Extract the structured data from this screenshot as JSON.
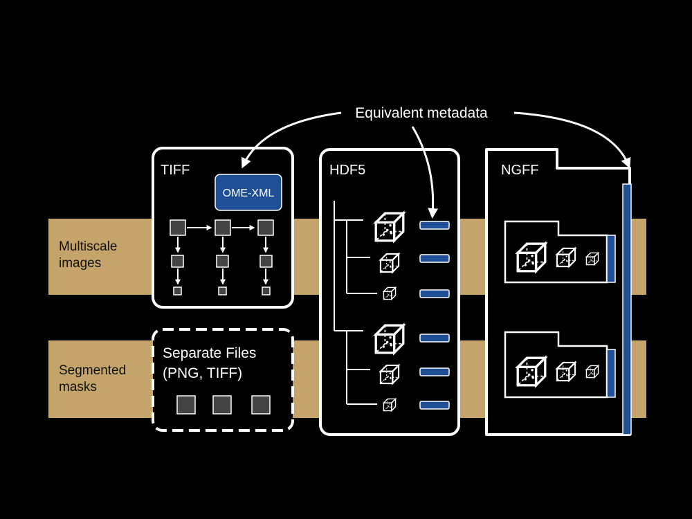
{
  "colors": {
    "background": "#000000",
    "band": "#c4a46a",
    "metadata_blue": "#1f4f95",
    "stroke": "#ffffff",
    "pyramid_square": "#444444"
  },
  "annotation": {
    "equivalent_metadata": "Equivalent metadata"
  },
  "bands": {
    "multiscale": {
      "line1": "Multiscale",
      "line2": "images"
    },
    "segmented": {
      "line1": "Segmented",
      "line2": "masks"
    }
  },
  "tiff": {
    "title": "TIFF",
    "metadata_label": "OME-XML",
    "icons": [
      "square-icon",
      "arrow-right-icon",
      "arrow-down-icon"
    ]
  },
  "separate": {
    "line1": "Separate Files",
    "line2": "(PNG, TIFF)",
    "icons": [
      "file-square-icon"
    ]
  },
  "hdf5": {
    "title": "HDF5",
    "icons": [
      "cube-icon",
      "tree-icon",
      "metadata-bar-icon"
    ]
  },
  "ngff": {
    "title": "NGFF",
    "icons": [
      "cube-icon",
      "folder-icon",
      "metadata-bar-icon"
    ]
  }
}
